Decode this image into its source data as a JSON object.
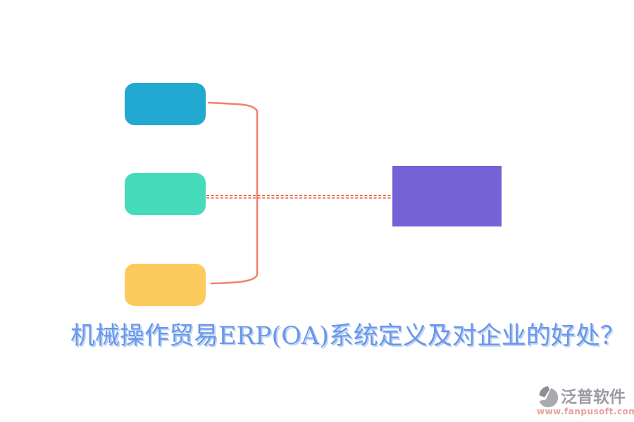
{
  "title": {
    "text": "机械操作贸易ERP(OA)系统定义及对企业的好处？",
    "color": "#6a97e8"
  },
  "diagram": {
    "branch_nodes": [
      {
        "id": "branch-1",
        "color": "#21a9d2"
      },
      {
        "id": "branch-2",
        "color": "#45dbbb"
      },
      {
        "id": "branch-3",
        "color": "#fdcb5d"
      }
    ],
    "root_node": {
      "color": "#7462d6"
    },
    "connector": {
      "solid_color": "#f2826e",
      "dashed_color": "#e8542f"
    }
  },
  "watermark": {
    "brand": "泛普软件",
    "url": "www.fanpusoft.com",
    "brand_color": "#9b9ba3",
    "url_color": "#e99f98",
    "logo_light": "#a9a9b2",
    "logo_dark": "#8e8e99"
  }
}
